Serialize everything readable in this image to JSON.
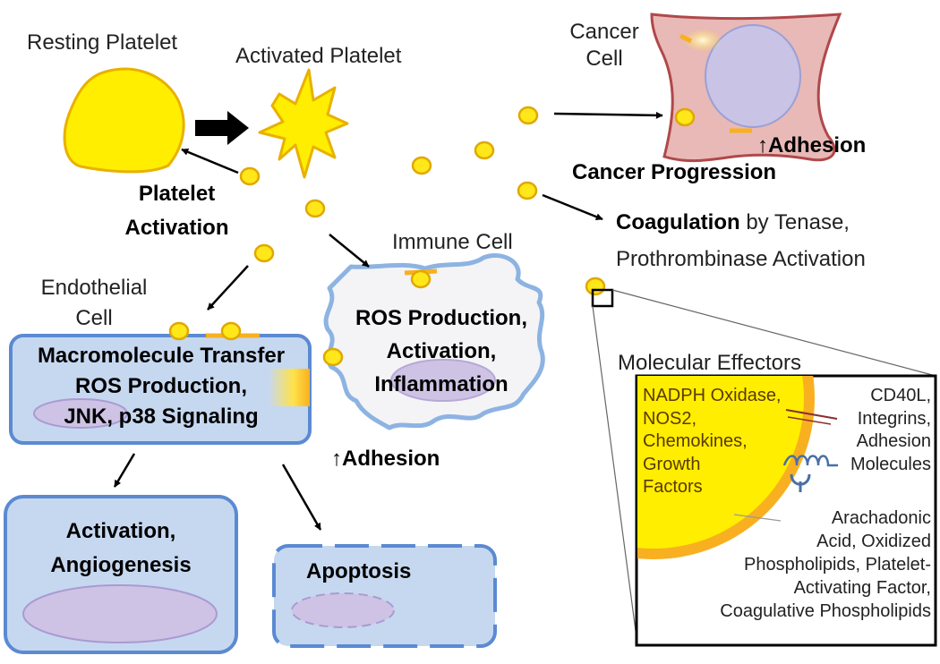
{
  "labels": {
    "resting_platelet": "Resting Platelet",
    "activated_platelet": "Activated Platelet",
    "cancer_cell": [
      "Cancer",
      "Cell"
    ],
    "adhesion_cancer": "↑Adhesion",
    "cancer_progression": "Cancer Progression",
    "platelet_activation": [
      "Platelet",
      "Activation"
    ],
    "coagulation_bold": "Coagulation",
    "coagulation_rest": "by Tenase,",
    "prothrombinase": "Prothrombinase Activation",
    "immune_cell": "Immune Cell",
    "immune_effects": [
      "ROS Production,",
      "Activation,",
      "Inflammation"
    ],
    "endothelial_cell": [
      "Endothelial",
      "Cell"
    ],
    "endothelial_effects": [
      "Macromolecule Transfer",
      "ROS Production,",
      "JNK, p38 Signaling"
    ],
    "adhesion_immune": "↑Adhesion",
    "activation_angiogenesis": [
      "Activation,",
      "Angiogenesis"
    ],
    "apoptosis": "Apoptosis",
    "molecular_effectors": "Molecular Effectors"
  },
  "effectors": {
    "inner": [
      "NADPH Oxidase,",
      "NOS2,",
      "Chemokines,",
      "Growth",
      "Factors"
    ],
    "surface": [
      "CD40L,",
      "Integrins,",
      "Adhesion",
      "Molecules"
    ],
    "membrane": [
      "Arachadonic",
      "Acid, Oxidized",
      "Phospholipids, Platelet-",
      "Activating Factor,",
      "Coagulative Phospholipids"
    ]
  },
  "colors": {
    "platelet_yellow": "#ffee00",
    "platelet_stroke": "#e8b100",
    "vesicle_fill": "#ffe71a",
    "cancer_fill": "#e8b9b6",
    "cancer_stroke": "#b0484a",
    "nucleus_fill": "#c9c3e6",
    "cell_blue": "#c6d8f0",
    "cell_stroke": "#5b8ad2",
    "membrane_orange": "#f8b020"
  }
}
